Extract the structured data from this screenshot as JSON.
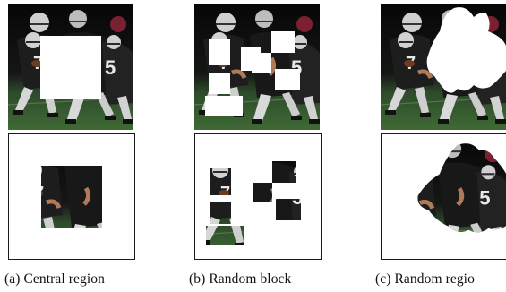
{
  "figure": {
    "panels": [
      {
        "id": "a",
        "caption": "(a) Central region"
      },
      {
        "id": "b",
        "caption": "(b) Random block"
      },
      {
        "id": "c",
        "caption": "(c) Random regio"
      }
    ]
  },
  "colors": {
    "grass": "#3f6a35",
    "night_sky": "#0c0d0c",
    "jersey_dark": "#1c1c1c",
    "helmet_silver": "#c9c9c9",
    "skin": "#b07a58",
    "frame": "#1a1a1a"
  }
}
